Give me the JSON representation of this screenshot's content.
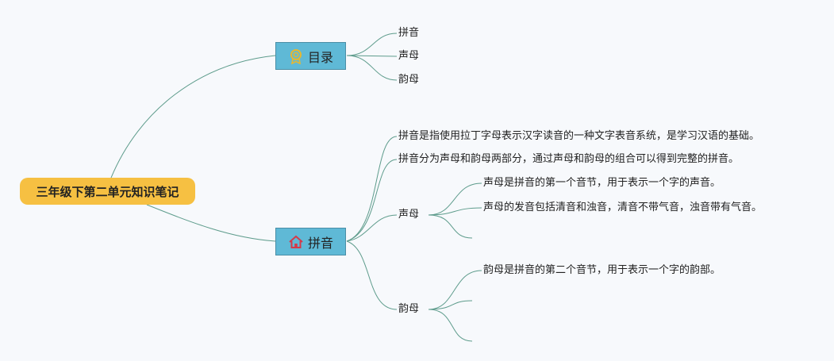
{
  "root": {
    "label": "三年级下第二单元知识笔记"
  },
  "toc": {
    "label": "目录",
    "icon": "medal-icon",
    "items": [
      "拼音",
      "声母",
      "韵母"
    ]
  },
  "pinyin": {
    "label": "拼音",
    "icon": "house-icon",
    "notes": [
      "拼音是指使用拉丁字母表示汉字读音的一种文字表音系统，是学习汉语的基础。",
      "拼音分为声母和韵母两部分，通过声母和韵母的组合可以得到完整的拼音。"
    ],
    "shengmu": {
      "label": "声母",
      "notes": [
        "声母是拼音的第一个音节，用于表示一个字的声音。",
        "声母的发音包括清音和浊音，清音不带气音，浊音带有气音。"
      ]
    },
    "yunmu": {
      "label": "韵母",
      "notes": [
        "韵母是拼音的第二个音节，用于表示一个字的韵部。"
      ]
    }
  },
  "colors": {
    "root_fill": "#f6c042",
    "box_fill": "#5fb9d6",
    "link": "#5e9c8c",
    "medal": "#e6b830",
    "house": "#d43a4a"
  }
}
